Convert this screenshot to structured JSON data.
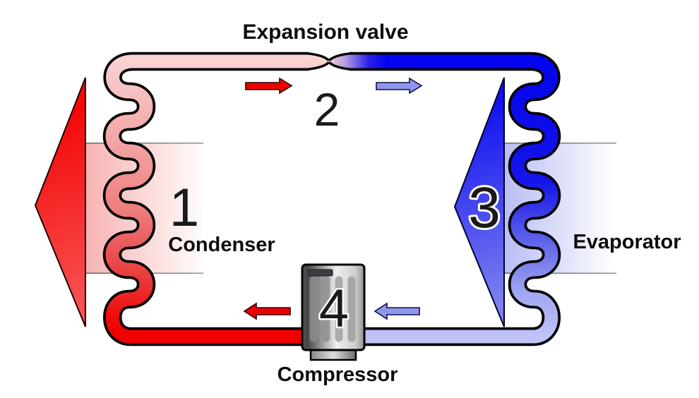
{
  "diagram": {
    "kind": "heat-pump refrigeration cycle",
    "stages": [
      {
        "number": "1",
        "label": "Condenser"
      },
      {
        "number": "2",
        "label": "Expansion valve"
      },
      {
        "number": "3",
        "label": "Evaporator"
      },
      {
        "number": "4",
        "label": "Compressor"
      }
    ],
    "colors": {
      "refrigerant_hot": "#ee0000",
      "refrigerant_warm_pink": "#f9d2d2",
      "refrigerant_cold": "#0202f0",
      "refrigerant_cool_periwinkle": "#bfc3f7",
      "heat_output_arrow": "#ee1111",
      "heat_input_arrow": "#2222ee",
      "flow_arrow_hot": "#ee0000",
      "flow_arrow_cold": "#8f96ee",
      "compressor_gray": "#c8c8c8",
      "outline": "#000000"
    }
  }
}
